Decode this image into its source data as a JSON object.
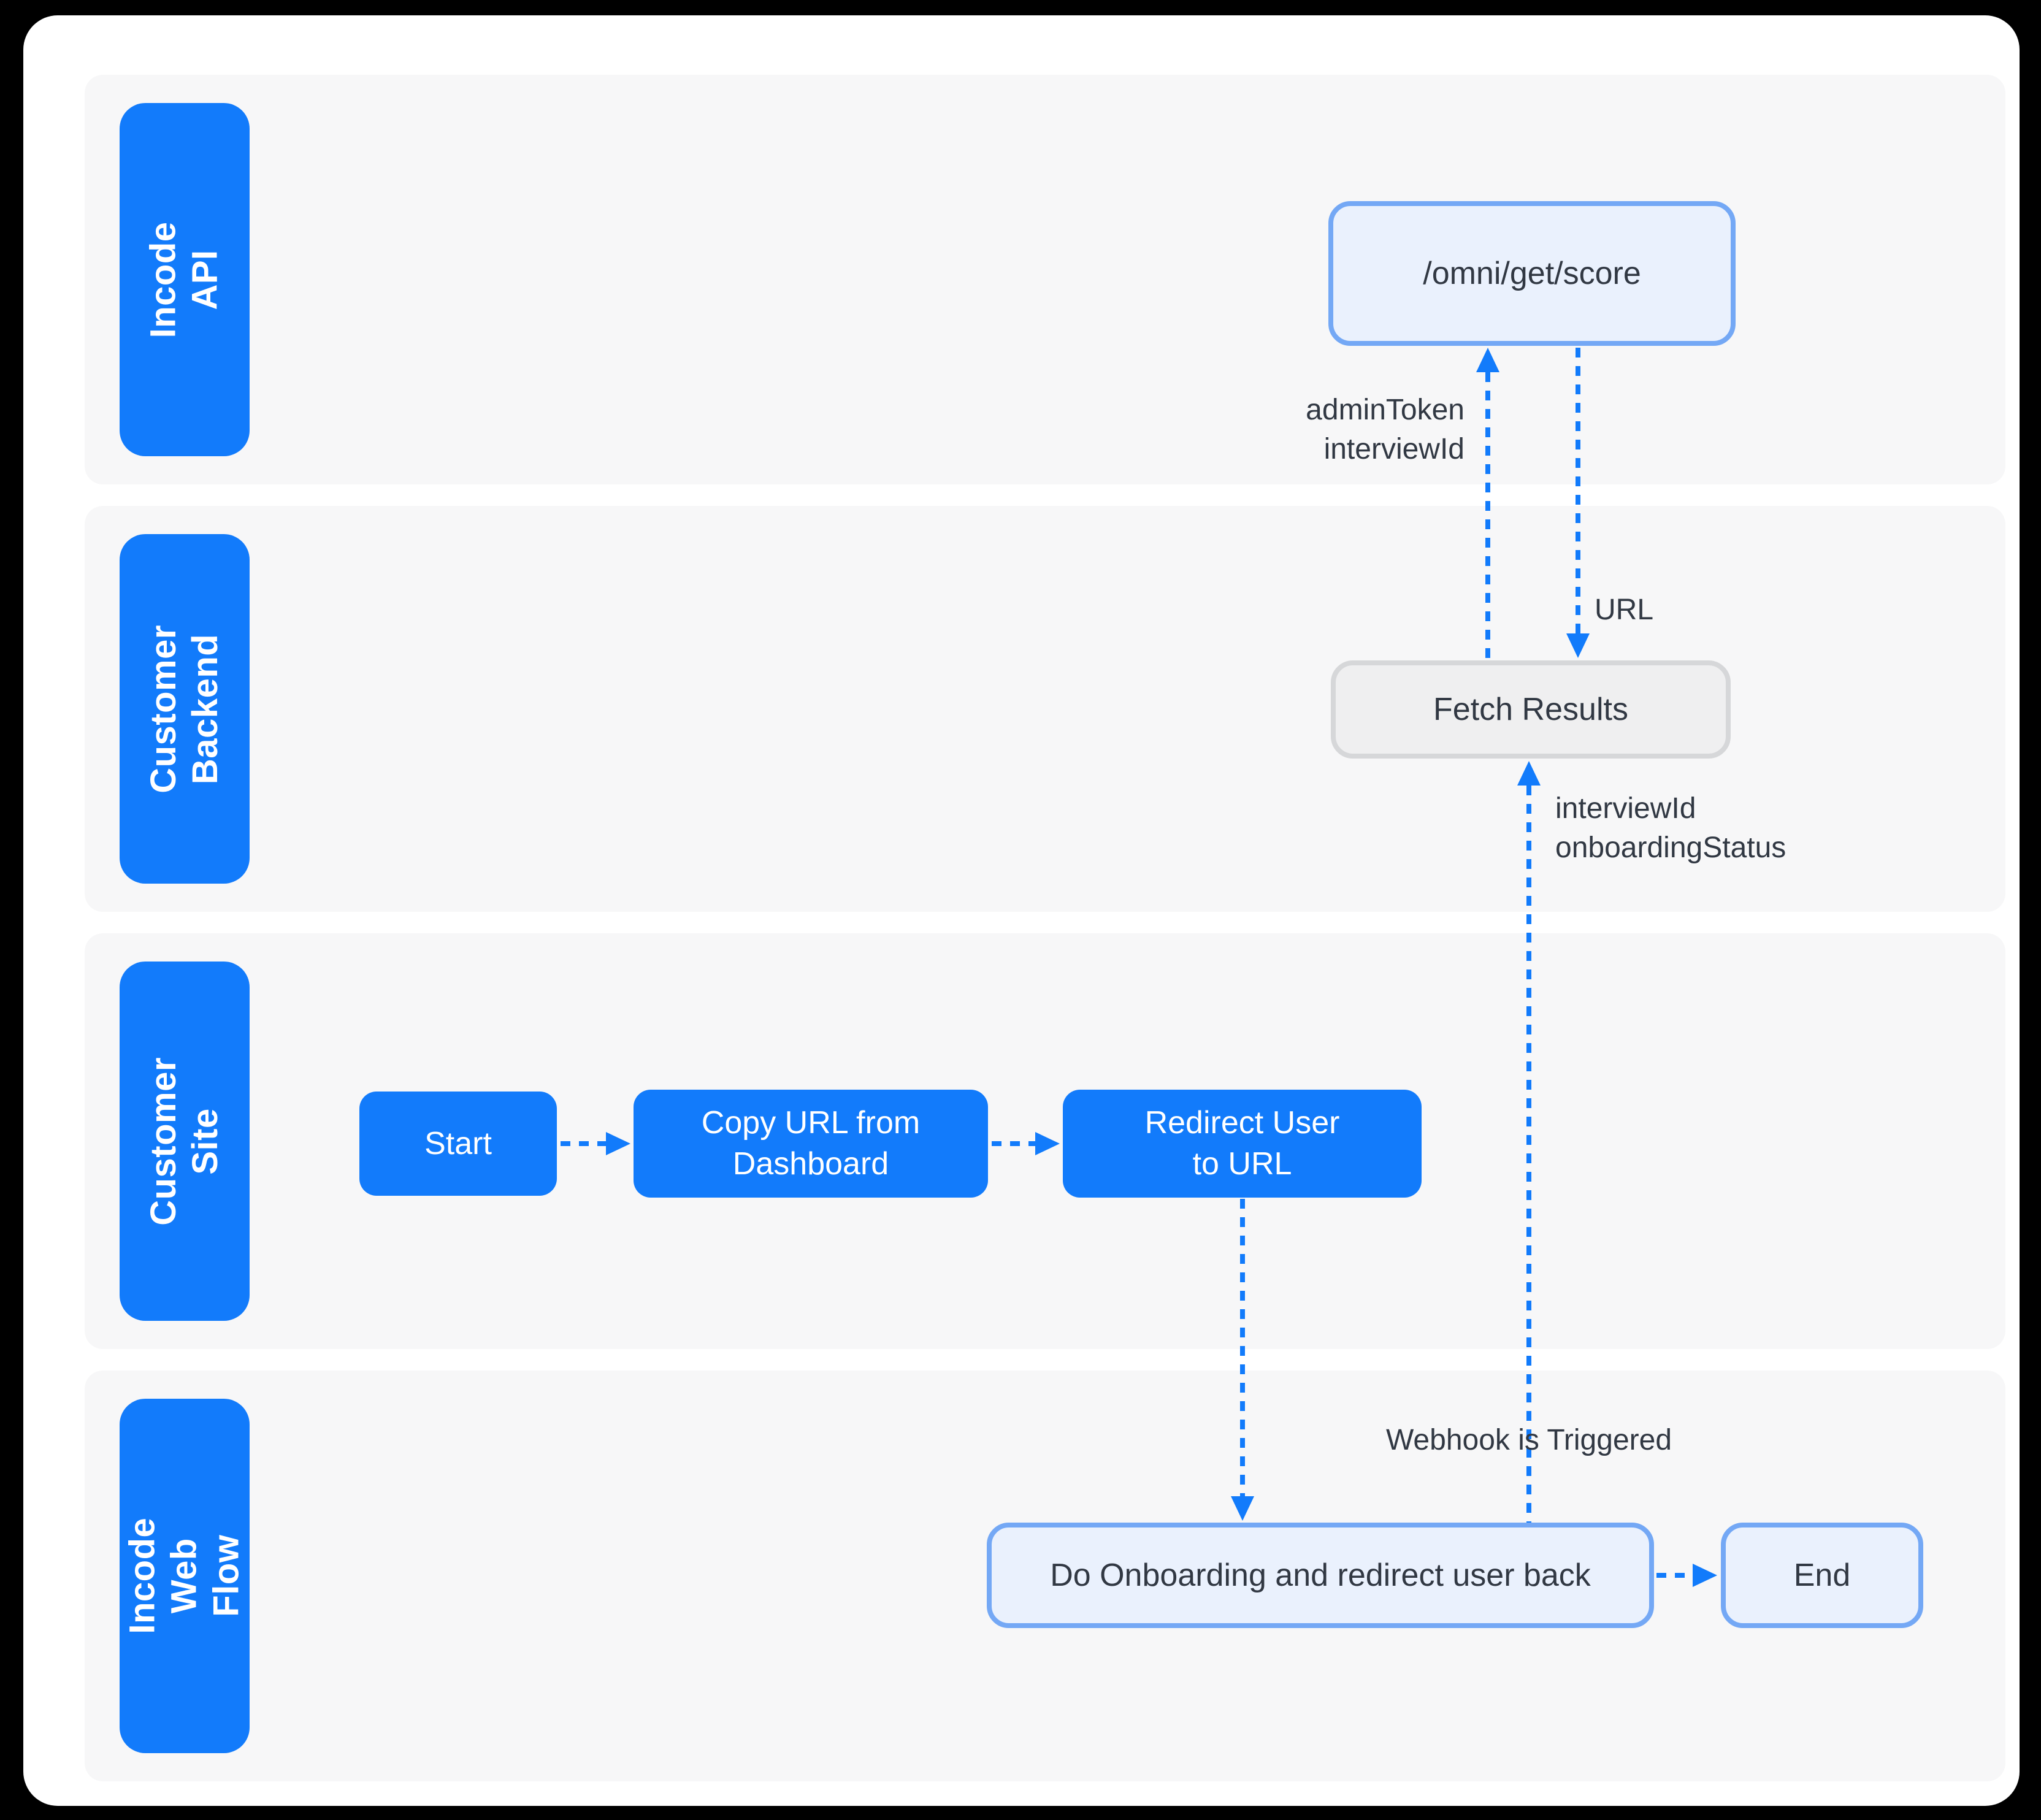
{
  "colors": {
    "background": "#000000",
    "card": "#ffffff",
    "lane_bg": "#f7f7f8",
    "brand_blue": "#127bfb",
    "light_node_fill": "#eaf1fd",
    "light_node_border": "#74a8f5",
    "gray_node_fill": "#efeff0",
    "gray_node_border": "#d6d7d9",
    "text_dark": "#313843",
    "text_light": "#ffffff"
  },
  "lanes": [
    {
      "label": "Incode API"
    },
    {
      "label": "Customer\nBackend"
    },
    {
      "label": "Customer\nSite"
    },
    {
      "label": "Incode Web\nFlow"
    }
  ],
  "nodes": {
    "omni_get_score": {
      "label": "/omni/get/score"
    },
    "fetch_results": {
      "label": "Fetch Results"
    },
    "start": {
      "label": "Start"
    },
    "copy_url": {
      "label": "Copy URL from\nDashboard"
    },
    "redirect_user": {
      "label": "Redirect User\nto URL"
    },
    "do_onboarding": {
      "label": "Do Onboarding and redirect user back"
    },
    "end": {
      "label": "End"
    }
  },
  "edge_labels": {
    "request_params": "adminToken\ninterviewId",
    "response_url": "URL",
    "webhook_params": "interviewId\nonboardingStatus",
    "webhook_trigger": "Webhook is Triggered"
  }
}
